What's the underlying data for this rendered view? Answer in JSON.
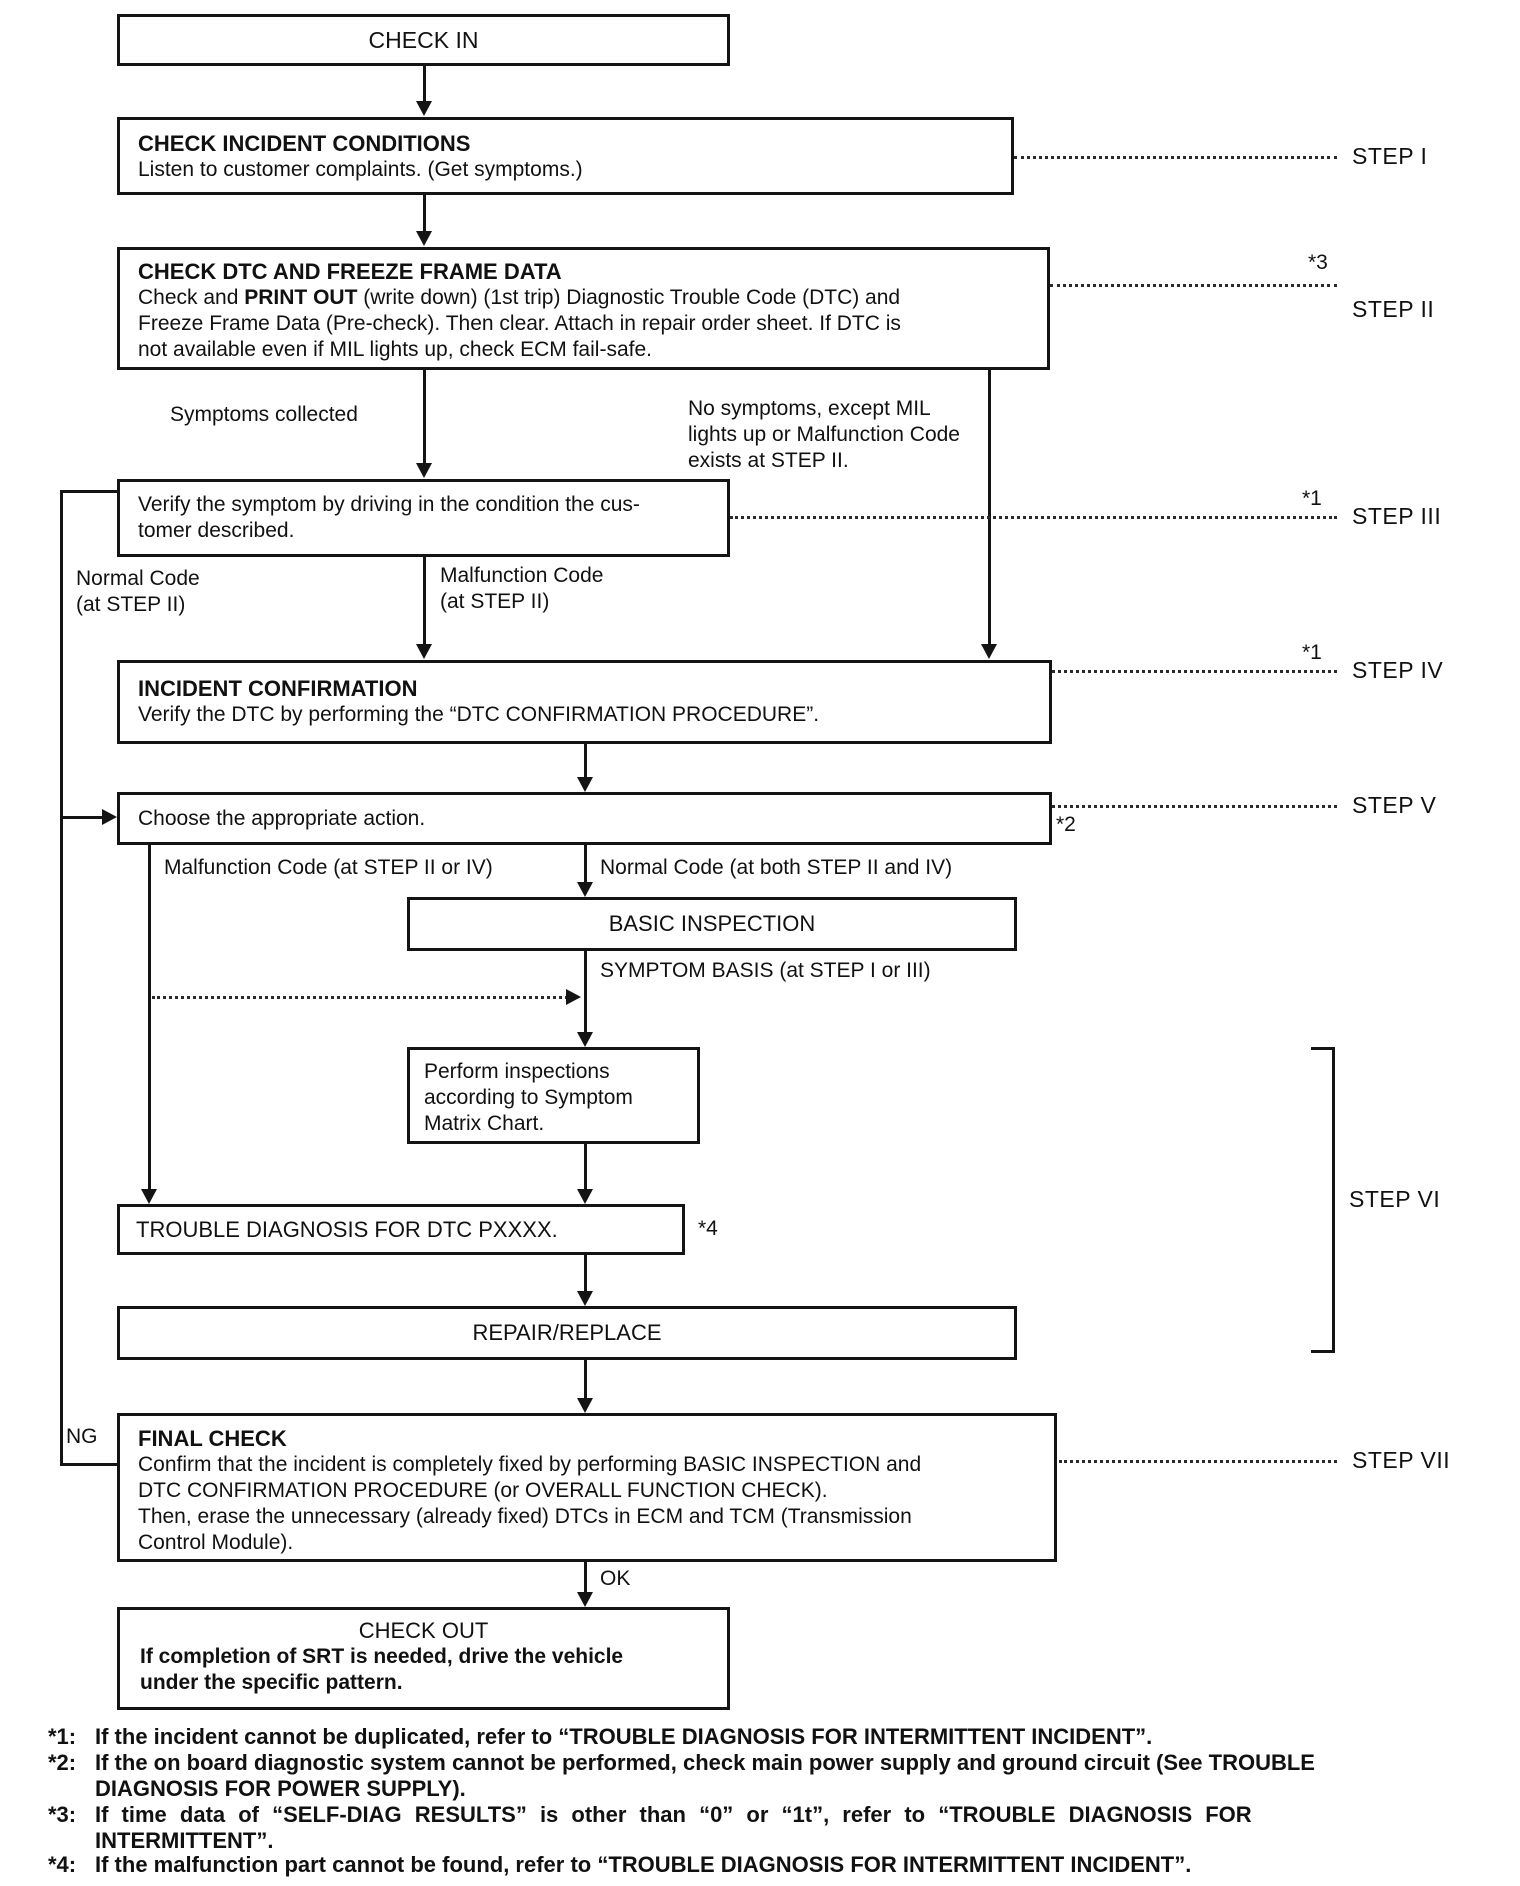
{
  "flowchart": {
    "nodes": {
      "check_in": {
        "title": "CHECK IN"
      },
      "check_incident": {
        "title": "CHECK INCIDENT CONDITIONS",
        "body": "Listen to customer complaints. (Get symptoms.)"
      },
      "check_dtc": {
        "title": "CHECK DTC AND FREEZE FRAME DATA",
        "body_lead": "Check and ",
        "body_bold": "PRINT OUT",
        "body_rest": " (write down) (1st trip) Diagnostic Trouble Code (DTC) and Freeze Frame Data (Pre-check). Then clear. Attach in repair order sheet. If DTC is not available even if MIL lights up, check ECM fail-safe."
      },
      "verify_symptom": {
        "lines": [
          "Verify the symptom by driving in the condition the cus-",
          "tomer described."
        ]
      },
      "incident_confirmation": {
        "title": "INCIDENT CONFIRMATION",
        "body": "Verify the DTC by performing the “DTC CONFIRMATION PROCEDURE”."
      },
      "choose_action": {
        "body": "Choose the appropriate action."
      },
      "basic_inspection": {
        "title": "BASIC INSPECTION"
      },
      "perform_inspections": {
        "body": "Perform inspections according to Symptom Matrix Chart."
      },
      "trouble_diagnosis": {
        "body": "TROUBLE DIAGNOSIS FOR DTC PXXXX."
      },
      "repair_replace": {
        "body": "REPAIR/REPLACE"
      },
      "final_check": {
        "title": "FINAL CHECK",
        "body1": "Confirm that the incident is completely fixed by performing BASIC INSPECTION and DTC CONFIRMATION PROCEDURE (or OVERALL FUNCTION CHECK).",
        "body2": "Then, erase the unnecessary (already fixed) DTCs in ECM and TCM (Transmission Control Module)."
      },
      "check_out": {
        "title": "CHECK OUT",
        "body": "If completion of SRT is needed, drive the vehicle under the specific pattern."
      }
    },
    "branch_labels": {
      "symptoms_collected": "Symptoms collected",
      "no_symptoms": "No symptoms, except MIL lights up or Malfunction Code exists at STEP II.",
      "normal_code_step2": "Normal Code (at STEP II)",
      "malfunction_code_step2": "Malfunction Code (at STEP II)",
      "malfunction_code_step2_4": "Malfunction Code (at STEP II or IV)",
      "normal_code_step2_4": "Normal Code (at both STEP II and IV)",
      "symptom_basis": "SYMPTOM BASIS (at STEP I or III)",
      "ok": "OK",
      "ng": "NG"
    },
    "step_labels": {
      "step1": "STEP I",
      "step2": "STEP II",
      "step3": "STEP III",
      "step4": "STEP IV",
      "step5": "STEP V",
      "step6": "STEP VI",
      "step7": "STEP VII"
    },
    "ref_marks": {
      "r1a": "*1",
      "r1b": "*1",
      "r2": "*2",
      "r3": "*3",
      "r4": "*4"
    },
    "footnotes": [
      {
        "marker": "*1:",
        "lines": [
          "If the incident cannot be duplicated, refer to “TROUBLE DIAGNOSIS FOR INTERMITTENT INCIDENT”."
        ]
      },
      {
        "marker": "*2:",
        "lines": [
          "If the on board diagnostic system cannot be performed, check main power supply and ground circuit (See TROUBLE",
          "DIAGNOSIS FOR POWER SUPPLY)."
        ]
      },
      {
        "marker": "*3:",
        "lines": [
          "If time data of “SELF-DIAG RESULTS” is other than “0” or “1t”, refer to “TROUBLE DIAGNOSIS FOR",
          "INTERMITTENT”."
        ]
      },
      {
        "marker": "*4:",
        "lines": [
          "If the malfunction part cannot be found, refer to “TROUBLE DIAGNOSIS FOR INTERMITTENT INCIDENT”."
        ]
      }
    ]
  }
}
